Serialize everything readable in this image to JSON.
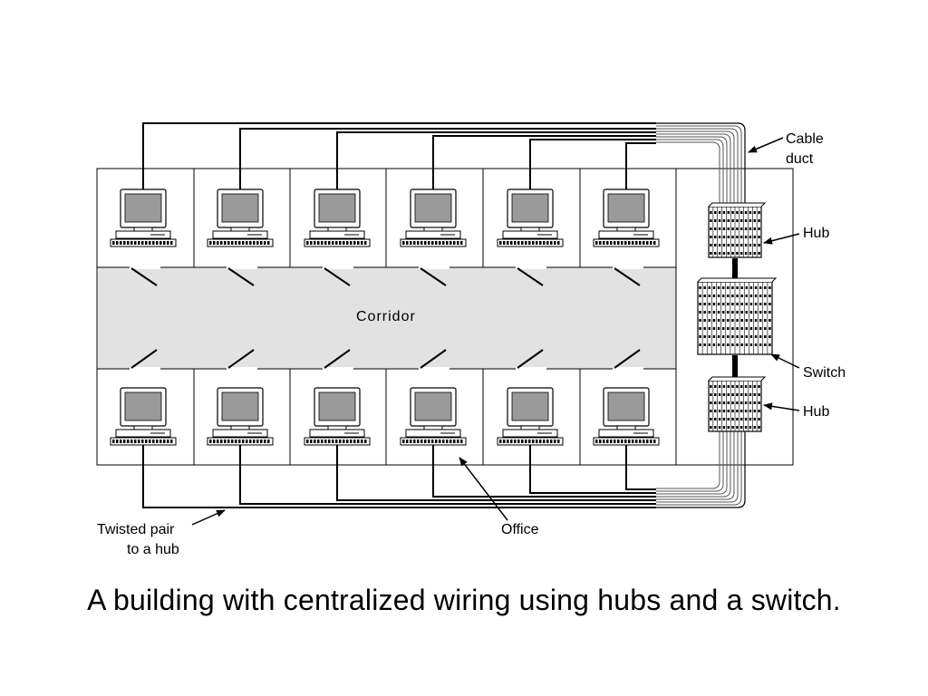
{
  "labels": {
    "corridor": "Corridor",
    "cable_duct_line1": "Cable",
    "cable_duct_line2": "duct",
    "hub_top": "Hub",
    "switch": "Switch",
    "hub_bottom": "Hub",
    "twisted_pair_line1": "Twisted pair",
    "twisted_pair_line2": "to a hub",
    "office": "Office"
  },
  "caption": "A building with centralized wiring using hubs and a switch.",
  "colors": {
    "corridor": "#e2e2e2",
    "screen": "#9a9a9a",
    "line": "#000000"
  },
  "offices": {
    "top_row_count": 6,
    "bottom_row_count": 6
  }
}
